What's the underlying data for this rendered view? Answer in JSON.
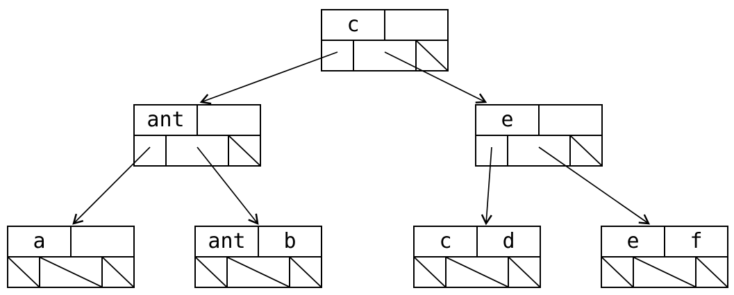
{
  "diagram": {
    "type": "b-tree",
    "colors": {
      "stroke": "#000000",
      "background": "#ffffff"
    },
    "nodes": [
      {
        "id": "root",
        "keys": [
          "c",
          ""
        ],
        "pointers": [
          "child",
          "child",
          "null"
        ]
      },
      {
        "id": "ant",
        "keys": [
          "ant",
          ""
        ],
        "pointers": [
          "child",
          "child",
          "null"
        ]
      },
      {
        "id": "e",
        "keys": [
          "e",
          ""
        ],
        "pointers": [
          "child",
          "child",
          "null"
        ]
      },
      {
        "id": "a",
        "keys": [
          "a",
          ""
        ],
        "pointers": [
          "null",
          "null",
          "null"
        ]
      },
      {
        "id": "ant-b",
        "keys": [
          "ant",
          "b"
        ],
        "pointers": [
          "null",
          "null",
          "null"
        ]
      },
      {
        "id": "c-d",
        "keys": [
          "c",
          "d"
        ],
        "pointers": [
          "null",
          "null",
          "null"
        ]
      },
      {
        "id": "e-f",
        "keys": [
          "e",
          "f"
        ],
        "pointers": [
          "null",
          "null",
          "null"
        ]
      }
    ],
    "edges": [
      {
        "from": "root",
        "pointer": 0,
        "to": "ant"
      },
      {
        "from": "root",
        "pointer": 1,
        "to": "e"
      },
      {
        "from": "ant",
        "pointer": 0,
        "to": "a"
      },
      {
        "from": "ant",
        "pointer": 1,
        "to": "ant-b"
      },
      {
        "from": "e",
        "pointer": 0,
        "to": "c-d"
      },
      {
        "from": "e",
        "pointer": 1,
        "to": "e-f"
      }
    ]
  }
}
